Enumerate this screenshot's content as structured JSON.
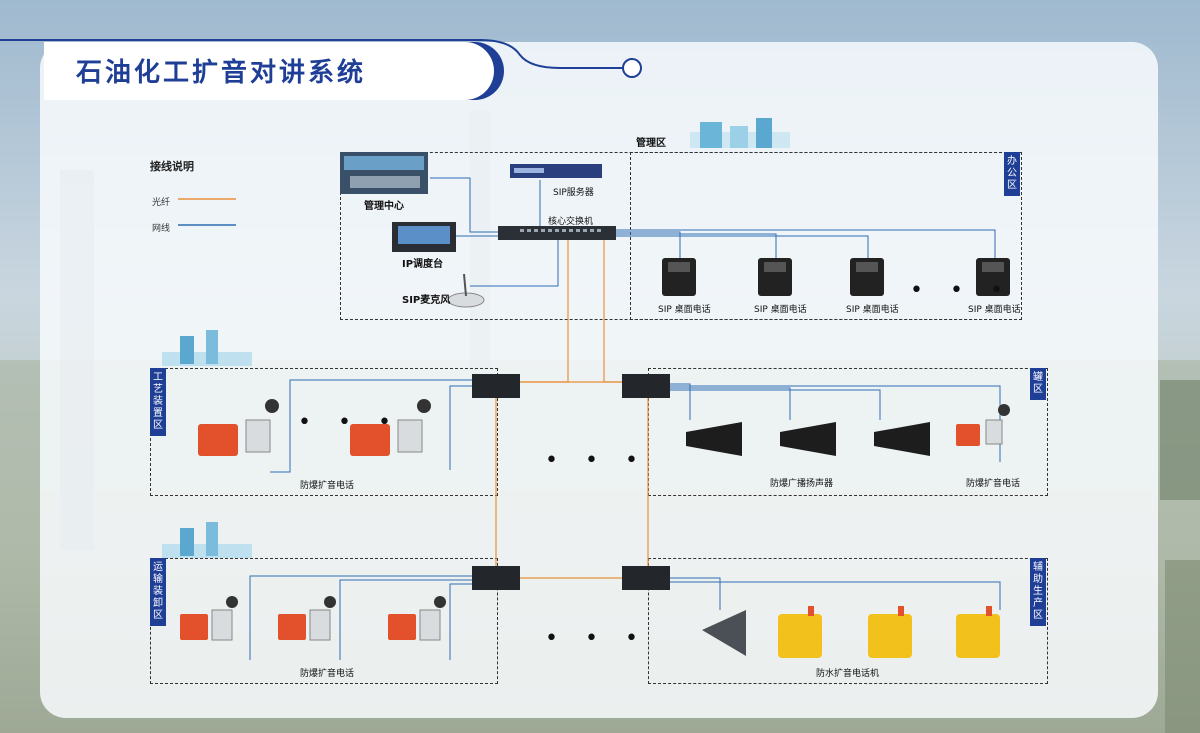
{
  "title": "石油化工扩音对讲系统",
  "legend": {
    "title": "接线说明",
    "items": [
      {
        "label": "光纤",
        "color": "#e8903a"
      },
      {
        "label": "网线",
        "color": "#2f6db5"
      }
    ]
  },
  "zones": {
    "management": {
      "label": "管理区"
    },
    "office": {
      "label": "办公区"
    },
    "process": {
      "label": "工艺装置区"
    },
    "tank": {
      "label": "罐区"
    },
    "transport": {
      "label": "运输装卸区"
    },
    "auxiliary": {
      "label": "辅助生产区"
    }
  },
  "devices": {
    "control_center": "管理中心",
    "sip_server": "SIP服务器",
    "core_switch": "核心交换机",
    "ip_console": "IP调度台",
    "sip_mic": "SIP麦克风",
    "sip_phone": "SIP 桌面电话",
    "explosion_phone": "防爆扩音电话",
    "explosion_speaker": "防爆广播扬声器",
    "waterproof_phone": "防水扩音电话机"
  },
  "ellipsis": "• • •",
  "colors": {
    "fiber": "#e8903a",
    "lan": "#2f6db5",
    "brand": "#1f3f97",
    "phone_orange": "#e2512b",
    "phone_yellow": "#f2c11c"
  }
}
